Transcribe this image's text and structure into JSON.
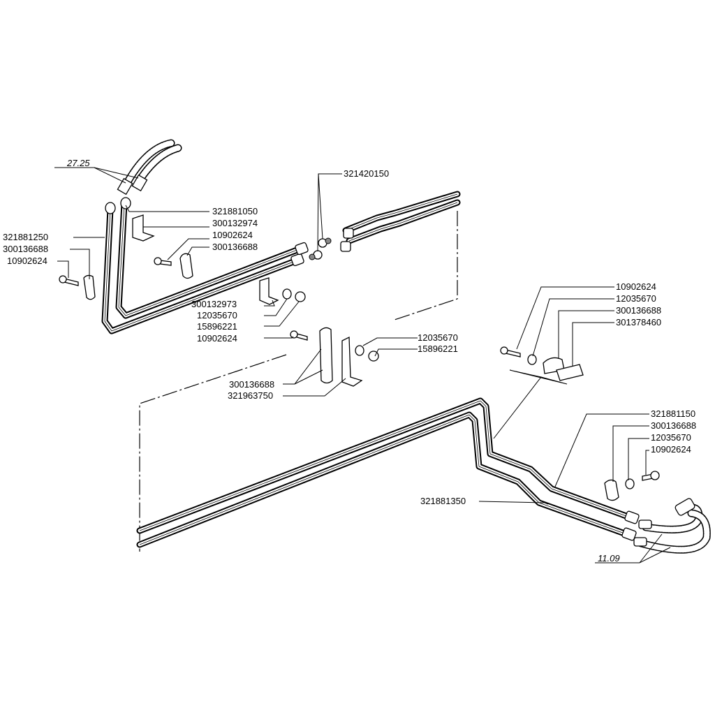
{
  "labels": {
    "ref_27_25": "27.25",
    "p321420150": "321420150",
    "p321881050": "321881050",
    "p300132974": "300132974",
    "p10902624_a": "10902624",
    "p300136688_a": "300136688",
    "p321881250": "321881250",
    "p300136688_b": "300136688",
    "p10902624_b": "10902624",
    "p300132973": "300132973",
    "p12035670_a": "12035670",
    "p15896221_a": "15896221",
    "p10902624_c": "10902624",
    "p12035670_b": "12035670",
    "p15896221_b": "15896221",
    "p300136688_c": "300136688",
    "p321963750": "321963750",
    "p10902624_d": "10902624",
    "p12035670_c": "12035670",
    "p300136688_d": "300136688",
    "p301378460": "301378460",
    "p321881150": "321881150",
    "p300136688_e": "300136688",
    "p12035670_d": "12035670",
    "p10902624_e": "10902624",
    "p321881350": "321881350",
    "ref_11_09": "11.09"
  }
}
